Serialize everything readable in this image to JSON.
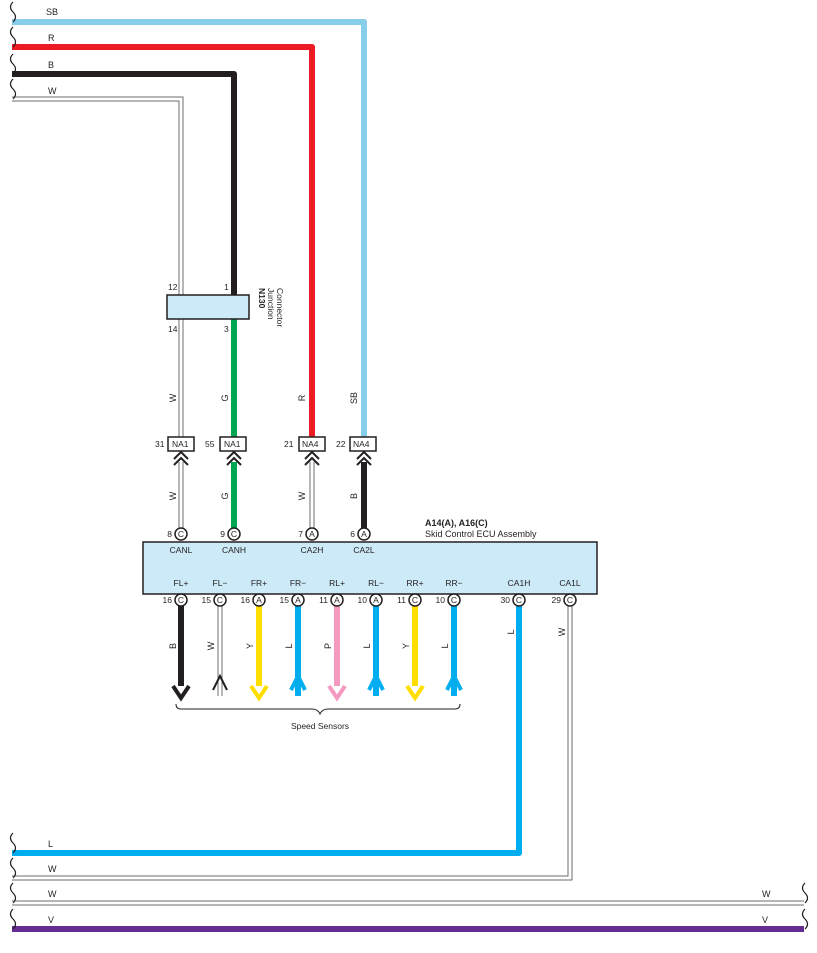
{
  "diagram": {
    "colors": {
      "SB": "#87ceeb",
      "R": "#ed1c24",
      "B": "#231f20",
      "W": "#ffffff",
      "G": "#00a651",
      "L": "#00aeef",
      "Y": "#ffde00",
      "P": "#f49ac1",
      "V": "#662d91",
      "ecu_fill": "#cdeaf8",
      "outline": "#231f20"
    },
    "top_wires": [
      {
        "id": "sb",
        "label": "SB"
      },
      {
        "id": "r",
        "label": "R"
      },
      {
        "id": "b",
        "label": "B"
      },
      {
        "id": "w",
        "label": "W"
      }
    ],
    "junction": {
      "id": "N130",
      "name_line1": "Junction",
      "name_line2": "Connector",
      "pins_top": [
        "12",
        "1"
      ],
      "pins_bottom": [
        "14",
        "3"
      ]
    },
    "inline_connectors": [
      {
        "pin": "31",
        "name": "NA1",
        "wire_above": "W",
        "wire_below": "W"
      },
      {
        "pin": "55",
        "name": "NA1",
        "wire_above": "G",
        "wire_below": "G"
      },
      {
        "pin": "21",
        "name": "NA4",
        "wire_above": "R",
        "wire_below": "W"
      },
      {
        "pin": "22",
        "name": "NA4",
        "wire_above": "SB",
        "wire_below": "B"
      }
    ],
    "ecu": {
      "connectors": "A14(A), A16(C)",
      "name": "Skid Control ECU Assembly",
      "top_terminals": [
        {
          "pin": "8",
          "conn": "C",
          "signal": "CANL"
        },
        {
          "pin": "9",
          "conn": "C",
          "signal": "CANH"
        },
        {
          "pin": "7",
          "conn": "A",
          "signal": "CA2H"
        },
        {
          "pin": "6",
          "conn": "A",
          "signal": "CA2L"
        }
      ],
      "bottom_terminals": [
        {
          "pin": "16",
          "conn": "C",
          "signal": "FL+",
          "wire": "B"
        },
        {
          "pin": "15",
          "conn": "C",
          "signal": "FL−",
          "wire": "W"
        },
        {
          "pin": "16",
          "conn": "A",
          "signal": "FR+",
          "wire": "Y"
        },
        {
          "pin": "15",
          "conn": "A",
          "signal": "FR−",
          "wire": "L"
        },
        {
          "pin": "11",
          "conn": "A",
          "signal": "RL+",
          "wire": "P"
        },
        {
          "pin": "10",
          "conn": "A",
          "signal": "RL−",
          "wire": "L"
        },
        {
          "pin": "11",
          "conn": "C",
          "signal": "RR+",
          "wire": "Y"
        },
        {
          "pin": "10",
          "conn": "C",
          "signal": "RR−",
          "wire": "L"
        },
        {
          "pin": "30",
          "conn": "C",
          "signal": "CA1H",
          "wire": "L"
        },
        {
          "pin": "29",
          "conn": "C",
          "signal": "CA1L",
          "wire": "W"
        }
      ]
    },
    "speed_sensors_label": "Speed Sensors",
    "bottom_wires": [
      {
        "id": "l",
        "label": "L"
      },
      {
        "id": "w1",
        "label": "W"
      },
      {
        "id": "w2",
        "label": "W",
        "label_right": "W"
      },
      {
        "id": "v",
        "label": "V",
        "label_right": "V"
      }
    ]
  }
}
